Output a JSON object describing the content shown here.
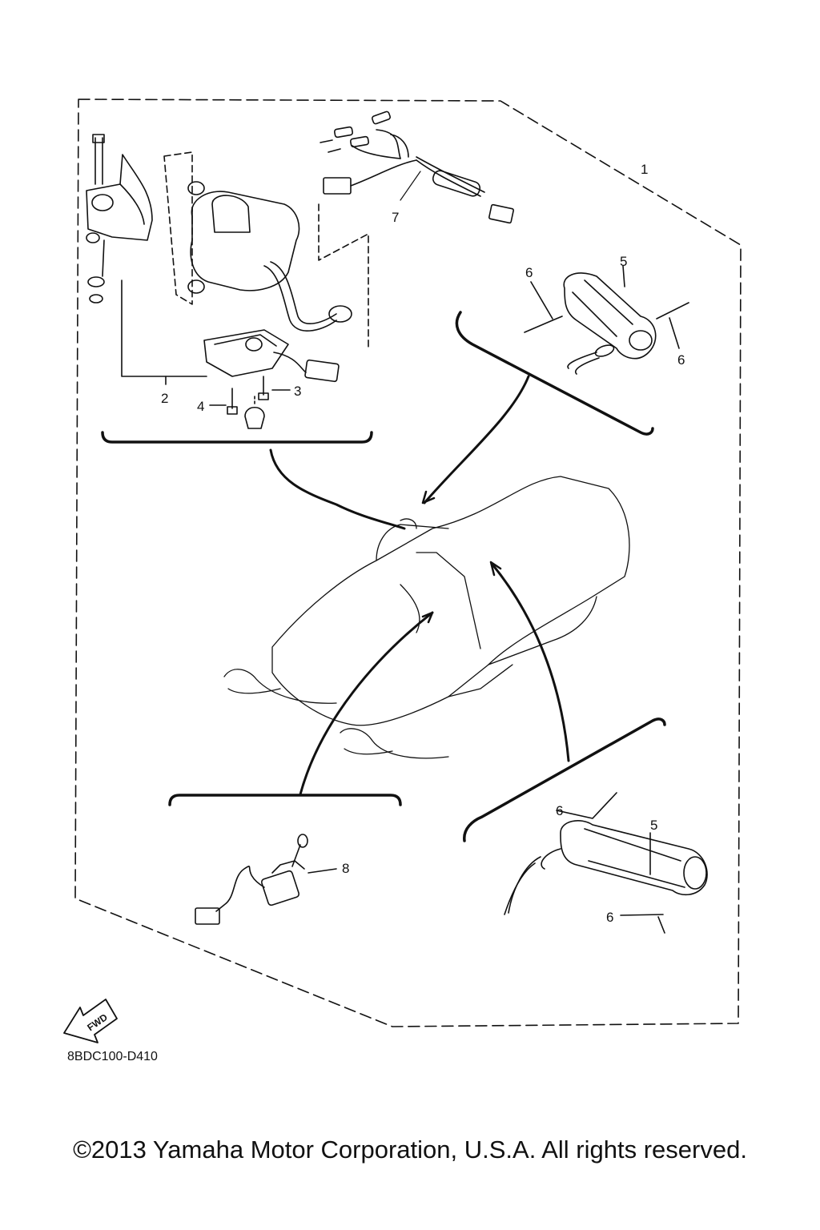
{
  "callouts": {
    "kit": "1",
    "switch_assembly": "2",
    "screw_3": "3",
    "screw_4": "4",
    "grip_upper": "5",
    "grip_lower": "5",
    "rivet_a": "6",
    "rivet_b": "6",
    "rivet_c": "6",
    "rivet_d": "6",
    "harness": "7",
    "toggle_switch": "8"
  },
  "fwd_label": "FWD",
  "diagram_code": "8BDC100-D410",
  "copyright": "©2013 Yamaha Motor Corporation, U.S.A. All rights reserved."
}
